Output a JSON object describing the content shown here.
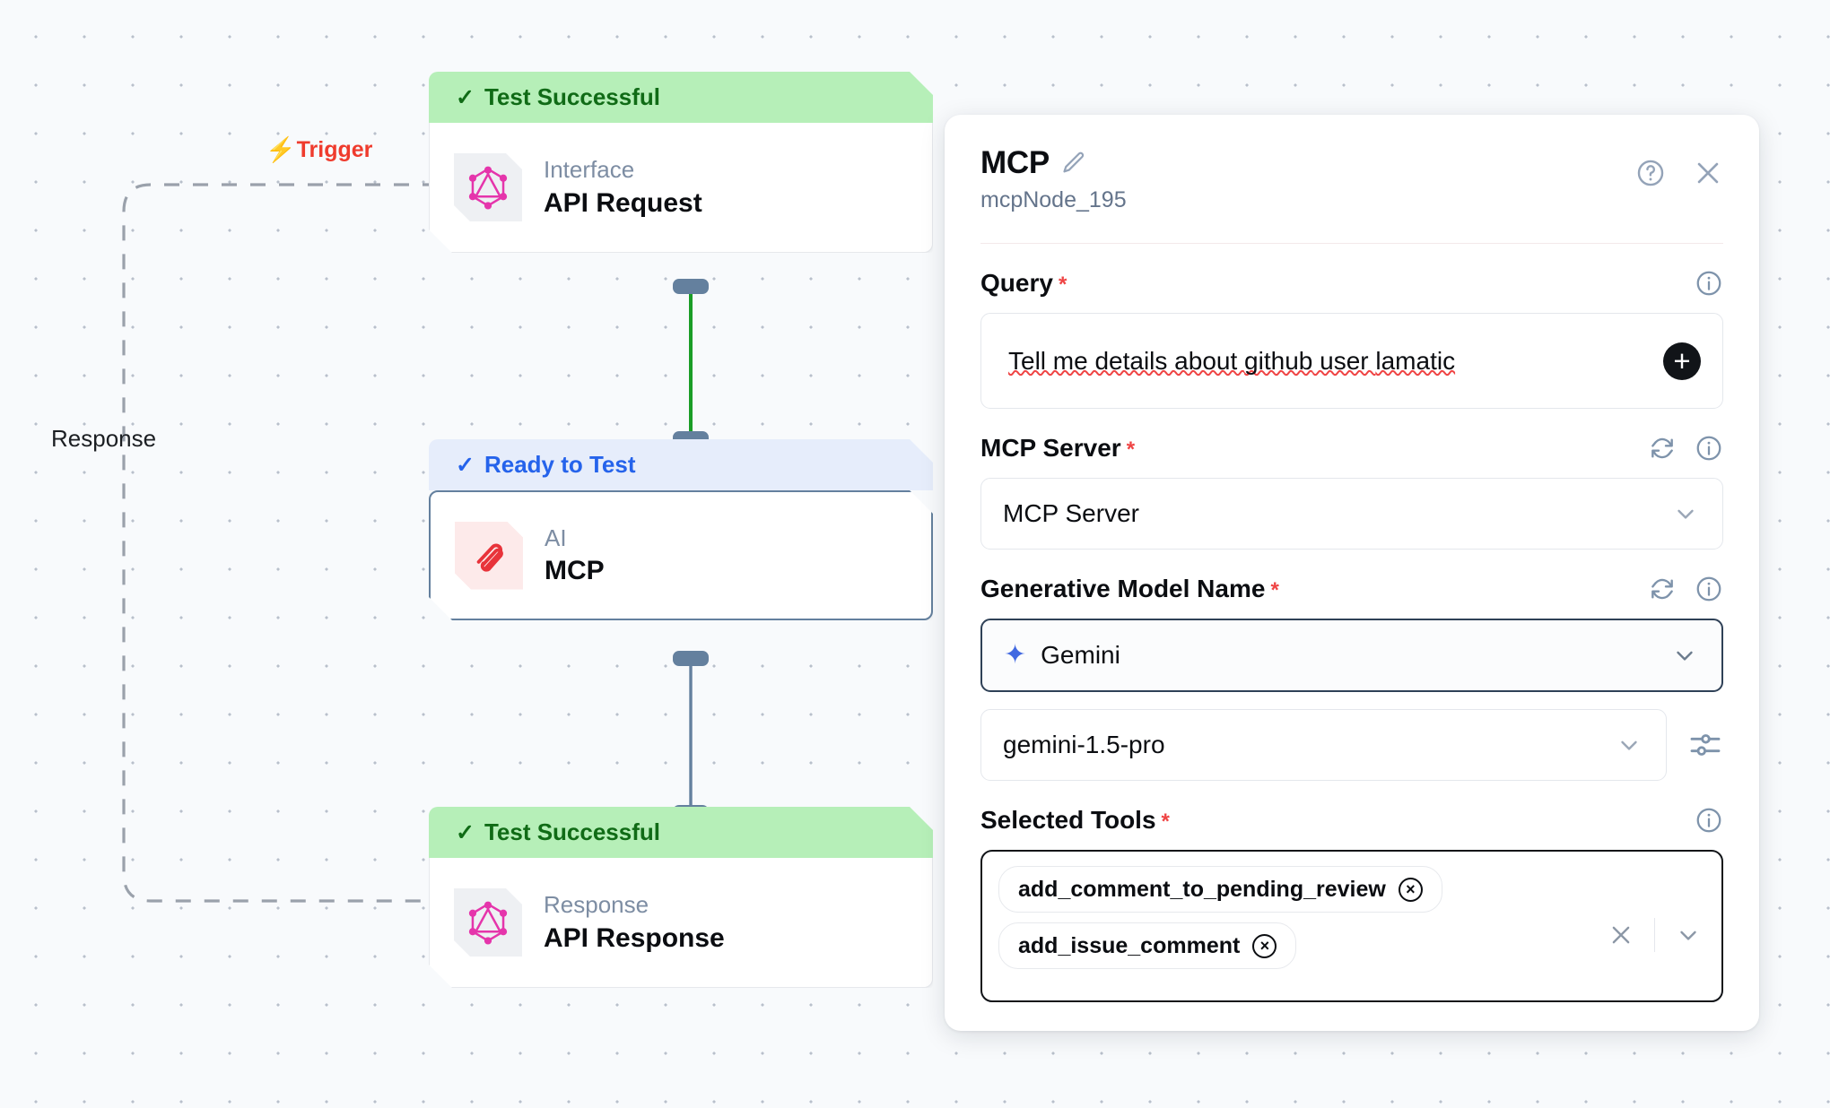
{
  "canvas": {
    "trigger_label": "Trigger",
    "trigger_bolt": "bolt-icon",
    "response_label": "Response"
  },
  "nodes": [
    {
      "status": "Test Successful",
      "status_check": "✓",
      "kind": "Interface",
      "title": "API Request",
      "icon": "graphql-icon"
    },
    {
      "status": "Ready to Test",
      "status_check": "✓",
      "kind": "AI",
      "title": "MCP",
      "icon": "mcp-paperclip-icon"
    },
    {
      "status": "Test Successful",
      "status_check": "✓",
      "kind": "Response",
      "title": "API Response",
      "icon": "graphql-icon"
    }
  ],
  "panel": {
    "title": "MCP",
    "edit_icon": "pencil-icon",
    "subtitle": "mcpNode_195",
    "help_icon": "help-circle-icon",
    "close_icon": "close-icon",
    "fields": {
      "query": {
        "label": "Query",
        "required": "*",
        "info_icon": "info-icon",
        "value_prefix": "Tell me details about ",
        "value_word1": "github",
        "value_mid": " user ",
        "value_word2": "lamatic",
        "add_label": "+"
      },
      "mcp_server": {
        "label": "MCP Server",
        "required": "*",
        "refresh_icon": "refresh-icon",
        "info_icon": "info-icon",
        "value": "MCP Server",
        "chevron": "chevron-down-icon"
      },
      "generative_model": {
        "label": "Generative Model Name",
        "required": "*",
        "refresh_icon": "refresh-icon",
        "info_icon": "info-icon",
        "provider": "Gemini",
        "provider_icon": "sparkle-icon",
        "model": "gemini-1.5-pro",
        "settings_icon": "sliders-icon"
      },
      "selected_tools": {
        "label": "Selected Tools",
        "required": "*",
        "info_icon": "info-icon",
        "chips": [
          "add_comment_to_pending_review",
          "add_issue_comment"
        ],
        "clear_icon": "clear-icon",
        "chevron": "chevron-down-icon"
      }
    }
  },
  "colors": {
    "success_bg": "#b6efb8",
    "success_fg": "#106b16",
    "ready_bg": "#e6edfb",
    "ready_fg": "#2563eb",
    "trigger": "#ef3b2d",
    "graphql": "#e535ab",
    "handle": "#64809e",
    "edge_success": "#1a9d26"
  }
}
